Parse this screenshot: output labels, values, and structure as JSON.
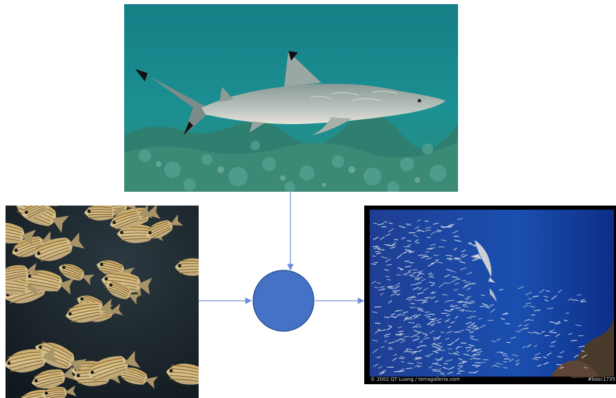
{
  "diagram": {
    "photos": {
      "top": "blacktip-reef-shark-photo",
      "left": "striped-snapper-school-photo",
      "right": "shark-and-baitfish-school-photo"
    },
    "node": {
      "shape": "circle",
      "fill": "#4472c4",
      "stroke": "#2f5597"
    },
    "connector_color": "#6f8fd6",
    "connections": [
      {
        "from": "top-photo",
        "to": "node"
      },
      {
        "from": "left-photo",
        "to": "node"
      },
      {
        "from": "node",
        "to": "right-photo"
      }
    ],
    "photo_credit": "© 2002 QT Luong / terragalleria.com",
    "photo_id": "#basc1735"
  }
}
